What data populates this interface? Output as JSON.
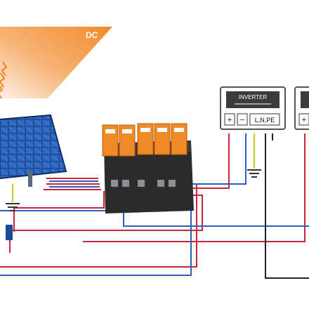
{
  "banner": {
    "label": "DC"
  },
  "inverter_1": {
    "title": "INVERTER",
    "plus_label": "+",
    "minus_label": "−",
    "pe_label": "L,N,PE"
  },
  "inverter_2": {
    "plus_label": "+"
  },
  "colors": {
    "banner": "#f39a3c",
    "banner_light": "#fbe6d1",
    "panel_blue": "#1f4f9e",
    "protector_orange": "#f08a24",
    "wire_red": "#c8283a",
    "wire_blue": "#2c5fbf",
    "wire_ground": "#c9d23a",
    "wire_black": "#222222"
  },
  "icons": [
    "sun-rays-icon",
    "ground-symbol-icon"
  ]
}
